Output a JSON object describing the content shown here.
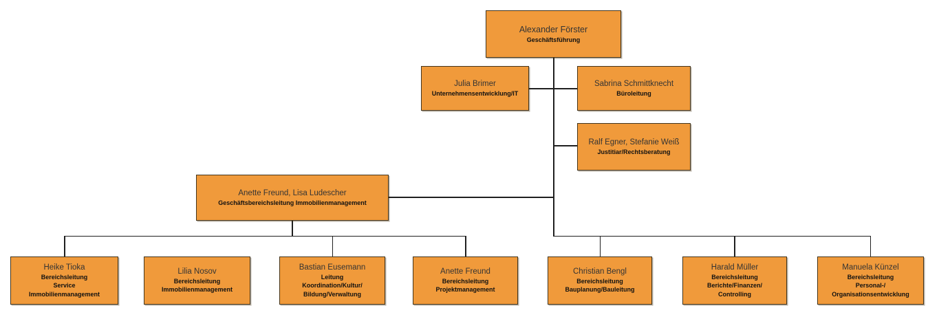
{
  "org_chart": {
    "colors": {
      "box_fill": "#F09A3B",
      "box_border": "#42341C",
      "connector": "#1F1F1F",
      "name_text": "#333333",
      "role_text": "#111111",
      "background": "#FFFFFF"
    },
    "nodes": [
      {
        "name": "Alexander Förster",
        "role": "Geschäftsführung",
        "parent": null
      },
      {
        "name": "Julia Brimer",
        "role": "Unternehmensentwicklung/IT",
        "parent": "Alexander Förster"
      },
      {
        "name": "Sabrina Schmittknecht",
        "role": "Büroleitung",
        "parent": "Alexander Förster"
      },
      {
        "name": "Ralf Egner, Stefanie Weiß",
        "role": "Justitiar/Rechtsberatung",
        "parent": "Alexander Förster"
      },
      {
        "name": "Anette Freund, Lisa Ludescher",
        "role": "Geschäftsbereichsleitung Immobilienmanagement",
        "parent": "Alexander Förster"
      },
      {
        "name": "Heike Tioka",
        "role": "Bereichsleitung\nService\nImmobilienmanagement",
        "parent": "Anette Freund, Lisa Ludescher"
      },
      {
        "name": "Lilia Nosov",
        "role": "Bereichsleitung\nImmobilienmanagement",
        "parent": "Anette Freund, Lisa Ludescher"
      },
      {
        "name": "Bastian Eusemann",
        "role": "Leitung\nKoordination/Kultur/\nBildung/Verwaltung",
        "parent": "Anette Freund, Lisa Ludescher"
      },
      {
        "name": "Anette Freund",
        "role": "Bereichsleitung\nProjektmanagement",
        "parent": "Anette Freund, Lisa Ludescher"
      },
      {
        "name": "Christian Bengl",
        "role": "Bereichsleitung\nBauplanung/Bauleitung",
        "parent": "Alexander Förster"
      },
      {
        "name": "Harald Müller",
        "role": "Bereichsleitung\nBerichte/Finanzen/\nControlling",
        "parent": "Alexander Förster"
      },
      {
        "name": "Manuela Künzel",
        "role": "Bereichsleitung\nPersonal-/\nOrganisationsentwicklung",
        "parent": "Alexander Förster"
      }
    ]
  }
}
